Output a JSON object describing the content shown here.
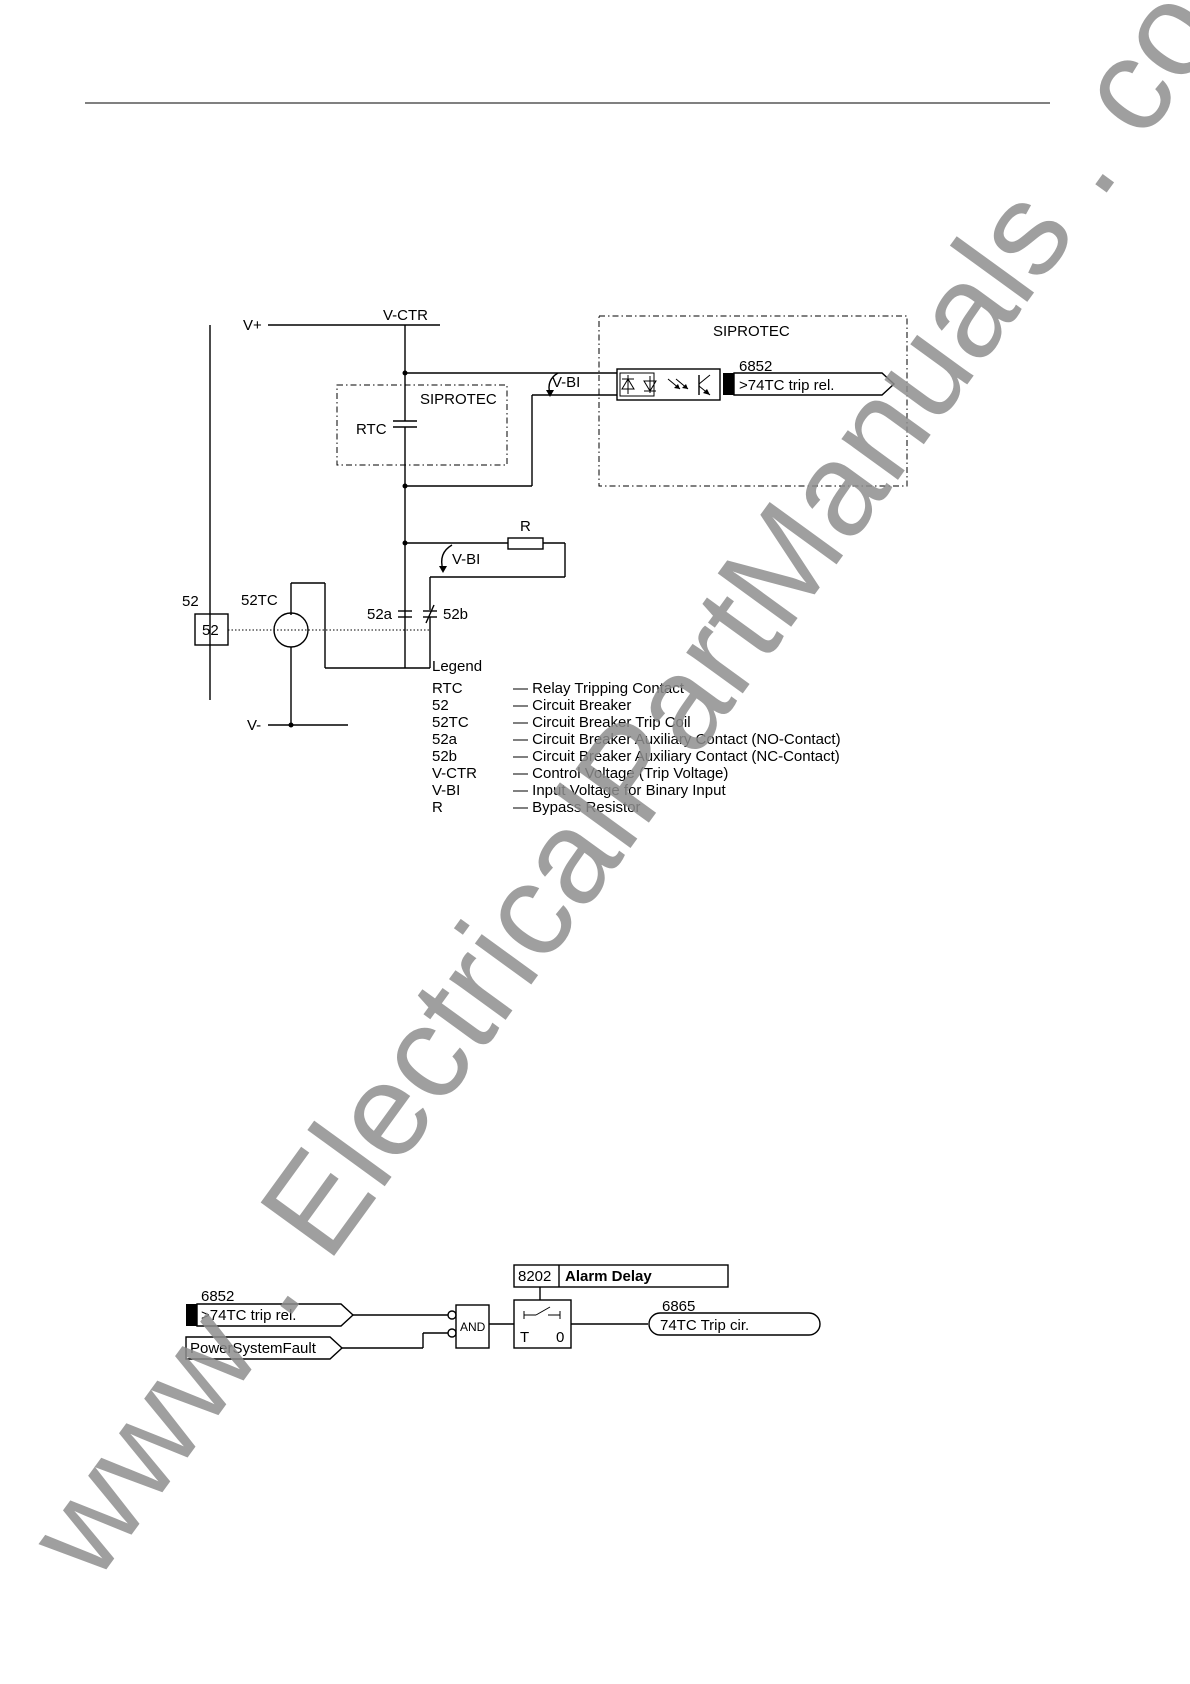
{
  "circuit": {
    "vplus": "V+",
    "vctr": "V-CTR",
    "vminus": "V-",
    "siprotec_left": "SIPROTEC",
    "siprotec_right": "SIPROTEC",
    "rtc": "RTC",
    "vbi_top": "V-BI",
    "vbi_mid": "V-BI",
    "r": "R",
    "fno": "6852",
    "signal": ">74TC trip rel.",
    "breaker_outer": "52",
    "breaker_inner": "52",
    "trip_coil": "52TC",
    "aux_a": "52a",
    "aux_b": "52b"
  },
  "legend": {
    "title": "Legend",
    "items": [
      {
        "key": "RTC",
        "desc": "— Relay Tripping Contact"
      },
      {
        "key": "52",
        "desc": "— Circuit Breaker"
      },
      {
        "key": "52TC",
        "desc": "— Circuit Breaker Trip Coil"
      },
      {
        "key": "52a",
        "desc": "— Circuit Breaker Auxiliary Contact (NO-Contact)"
      },
      {
        "key": "52b",
        "desc": "— Circuit Breaker Auxiliary Contact (NC-Contact)"
      },
      {
        "key": "V-CTR",
        "desc": "— Control Voltage (Trip Voltage)"
      },
      {
        "key": "V-BI",
        "desc": "— Input Voltage for Binary Input"
      },
      {
        "key": "R",
        "desc": "— Bypass Resistor"
      }
    ]
  },
  "logic": {
    "in1_fno": "6852",
    "in1_label": ">74TC trip rel.",
    "in2_label": "PowerSystemFault",
    "gate": "AND",
    "param_no": "8202",
    "param_name": "Alarm Delay",
    "timer_t": "T",
    "timer_0": "0",
    "out_fno": "6865",
    "out_label": "74TC Trip cir."
  },
  "watermark": "www . ElectricalPartManuals . com"
}
